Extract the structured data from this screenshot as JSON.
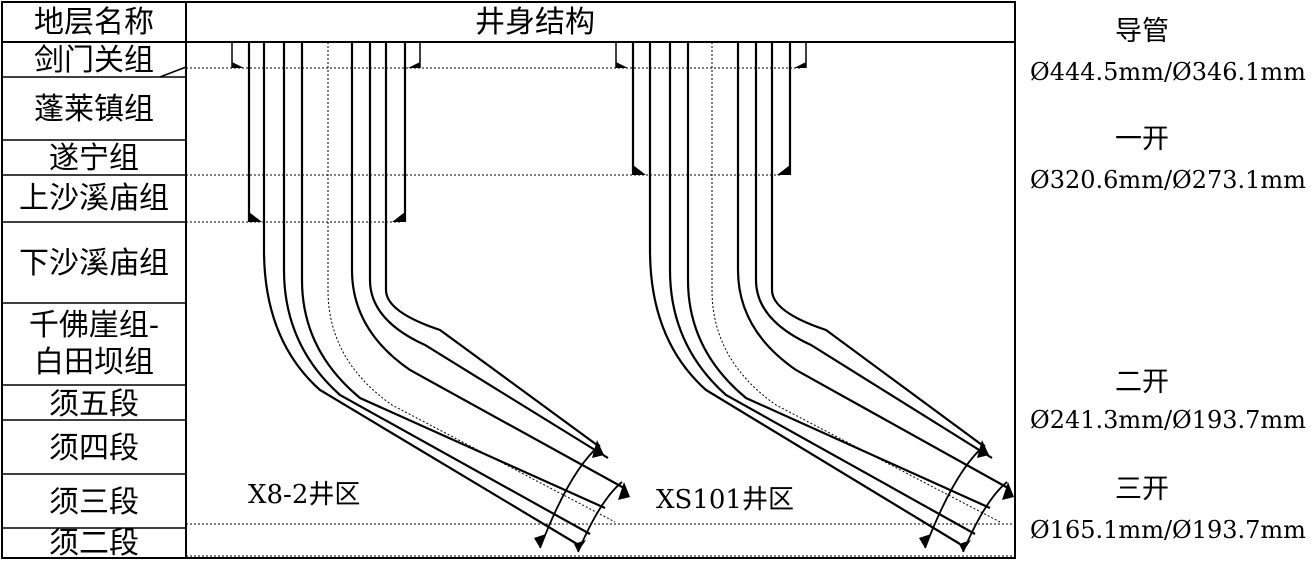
{
  "header": {
    "strata_column": "地层名称",
    "structure_column": "井身结构"
  },
  "strata": [
    {
      "name": "剑门关组"
    },
    {
      "name": "蓬莱镇组"
    },
    {
      "name": "遂宁组"
    },
    {
      "name": "上沙溪庙组"
    },
    {
      "name": "下沙溪庙组"
    },
    {
      "name": "千佛崖组-",
      "name2": "白田坝组"
    },
    {
      "name": "须五段"
    },
    {
      "name": "须四段"
    },
    {
      "name": "须三段"
    },
    {
      "name": "须二段"
    }
  ],
  "wells": [
    {
      "label": "X8-2井区"
    },
    {
      "label": "XS101井区"
    }
  ],
  "casing": [
    {
      "stage": "导管",
      "size": "Ø444.5mm/Ø346.1mm"
    },
    {
      "stage": "一开",
      "size": "Ø320.6mm/Ø273.1mm"
    },
    {
      "stage": "二开",
      "size": "Ø241.3mm/Ø193.7mm"
    },
    {
      "stage": "三开",
      "size": "Ø165.1mm/Ø193.7mm"
    }
  ]
}
